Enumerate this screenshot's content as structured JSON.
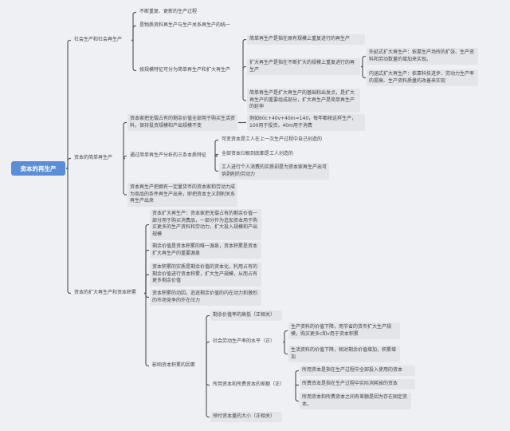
{
  "root": "资本的再生产",
  "branches": [
    {
      "label": "社会生产和社会再生产",
      "children": [
        {
          "label": "不断重复、更新的生产过程"
        },
        {
          "label": "是物质资料再生产与生产关系再生产的统一"
        },
        {
          "label": "按规模特征可分为简单再生产和扩大再生产",
          "children": [
            {
              "label": "简单再生产是指在原有规模上重复进行的再生产"
            },
            {
              "label": "扩大再生产是指在不断扩大的规模上重复进行的再生产",
              "children": [
                {
                  "label": "外延式扩大再生产：依靠生产场所的扩张、生产资料和劳动数量的增加来实现。"
                },
                {
                  "label": "内涵式扩大再生产：依靠科技进步、劳动力生产率的提高、生产资料质量的改善来实现"
                }
              ]
            },
            {
              "label": "简单再生产是扩大再生产的基础和出发点，是扩大再生产的重要组成部分，扩大再生产是简单再生产的延伸"
            }
          ]
        }
      ]
    },
    {
      "label": "资本的简单再生产",
      "children": [
        {
          "label": "资本家把无偿占有的剩余价值全部用于购买生活资料，保持投资规模和产出规模不变",
          "children": [
            {
              "label": "例如60c+40v+40m=140，每年都按这样生产，100用于投资，40m用于消费"
            }
          ]
        },
        {
          "label": "通过简单再生产分析的三条本质特征",
          "children": [
            {
              "label": "可变资本是工人在上一次生产过程中自己创造的"
            },
            {
              "label": "全部资本归根到底都是工人创造的"
            },
            {
              "label": "工人进行个人消费的实质却是为资本家再生产出可供剥削的劳动力"
            }
          ]
        },
        {
          "label": "资本再生产把拥有一定量货币的资本家和劳动力成为商品的条件再生产出来，即把资本主义剥削关系再生产出来"
        }
      ]
    },
    {
      "label": "资本的扩大再生产和资本积累",
      "children": [
        {
          "label": "资本扩大再生产：资本家把无偿占有的剩余价值一部分用于购买消费品，一部分作为追加资本用于购买更多的生产资料和劳动力，扩大投入规模和产出规模"
        },
        {
          "label": "剩余价值是资本积累的唯一源泉，资本积累是资本扩大再生产的重要源泉"
        },
        {
          "label": "资本积累的实质是剩余价值的资本化，利用占有的剩余价值进行资本积累，扩大生产规模，从而占有更多剩余价值"
        },
        {
          "label": "资本积累的动因，追逐剩余价值的内在动力和激烈的市场竞争的外在压力"
        },
        {
          "label": "影响资本积累的因素",
          "children": [
            {
              "label": "剩余价值率的高低（正相关）"
            },
            {
              "label": "社会劳动生产率的水平（正）",
              "children": [
                {
                  "label": "生产资料的价值下降，用节省的货币扩大生产规模，购买更多c和v用于资本积累"
                },
                {
                  "label": "生活资料的价值下降，相对剩余价值增加，积累增加"
                }
              ]
            },
            {
              "label": "所用资本和所费资本的差额（正）",
              "children": [
                {
                  "label": "所用资本是指在生产过程中全部投入使用的资本"
                },
                {
                  "label": "所费资本是指在生产过程中实际消耗掉的资本"
                },
                {
                  "label": "所用资本和所费资本之间有差额是因为存在固定资本。"
                }
              ]
            },
            {
              "label": "预付资本量的大小（正相关）"
            }
          ]
        }
      ]
    }
  ]
}
